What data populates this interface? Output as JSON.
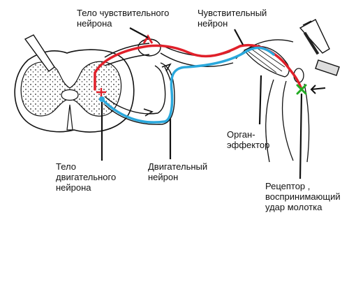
{
  "labels": {
    "sensory_neuron_body": "Тело чувствительного\nнейрона",
    "sensory_neuron": "Чувствительный\nнейрон",
    "effector_organ": "Орган-\nэффектор",
    "motor_neuron_body": "Тело\nдвигательного\nнейрона",
    "motor_neuron": "Двигательный\nнейрон",
    "receptor": "Рецептор ,\nвоспринимающий\nудар молотка"
  },
  "colors": {
    "sensory_path": "#e0202a",
    "motor_path": "#2aa8dc",
    "receptor_mark": "#22aa22",
    "outline": "#111111"
  },
  "icons": [
    "spinal-cord-section",
    "reflex-hammer-icon",
    "receptor-cross-icon"
  ]
}
